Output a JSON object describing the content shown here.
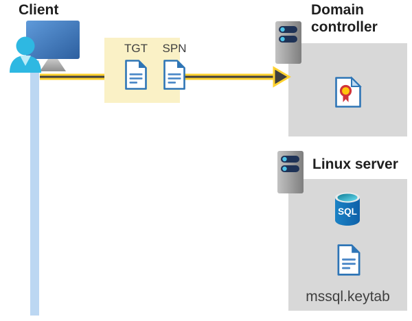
{
  "diagram": {
    "client": {
      "label": "Client"
    },
    "ticket_box": {
      "tickets": [
        {
          "label": "TGT"
        },
        {
          "label": "SPN"
        }
      ]
    },
    "domain_controller": {
      "label": "Domain controller"
    },
    "linux_server": {
      "label": "Linux server",
      "sql_label": "SQL",
      "keytab_label": "mssql.keytab"
    },
    "colors": {
      "title_text": "#1f1f1f",
      "label_text": "#3f3f3f",
      "panel_gray": "#d8d8d8",
      "box_yellow": "#faf1c6",
      "arrow_yellow": "#ffd230",
      "arrow_dark": "#3f3f3f",
      "line_blue": "#bcd7f2",
      "doc_blue": "#2e75b6",
      "doc_line_blue": "#4e8ac8",
      "doc_fold_light": "#bdd9f0",
      "person_cyan": "#2eb8e2",
      "collar_light": "#bcecf8",
      "server_bar_navy": "#1e3256",
      "server_dot_cyan": "#4ec3e8",
      "sql_blue": "#1272b9",
      "cert_red": "#d13338",
      "cert_yellow": "#ffc60a"
    }
  }
}
